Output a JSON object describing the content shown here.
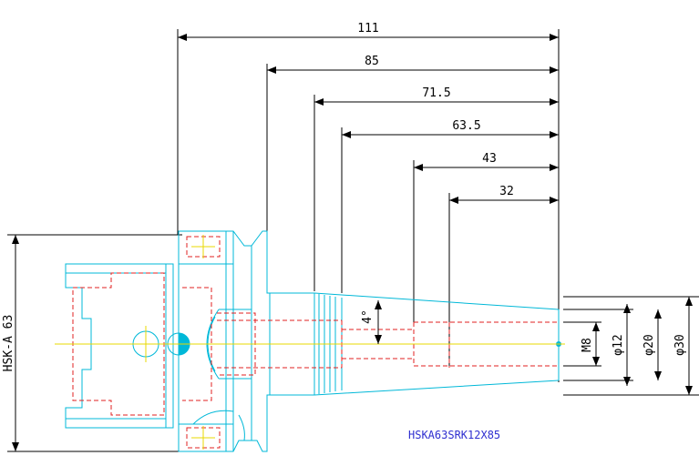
{
  "dimensions": {
    "length_111": "111",
    "length_85": "85",
    "length_71_5": "71.5",
    "length_63_5": "63.5",
    "length_43": "43",
    "length_32": "32",
    "taper_angle": "4°",
    "thread_m8": "M8",
    "dia_12": "φ12",
    "dia_20": "φ20",
    "dia_30": "φ30",
    "interface": "HSK-A 63"
  },
  "part_number": "HSKA63SRK12X85",
  "colors": {
    "outline": "#00b8d8",
    "hidden": "#e02020",
    "center": "#e8d800",
    "dimension": "#000000",
    "label": "#3030d0"
  }
}
